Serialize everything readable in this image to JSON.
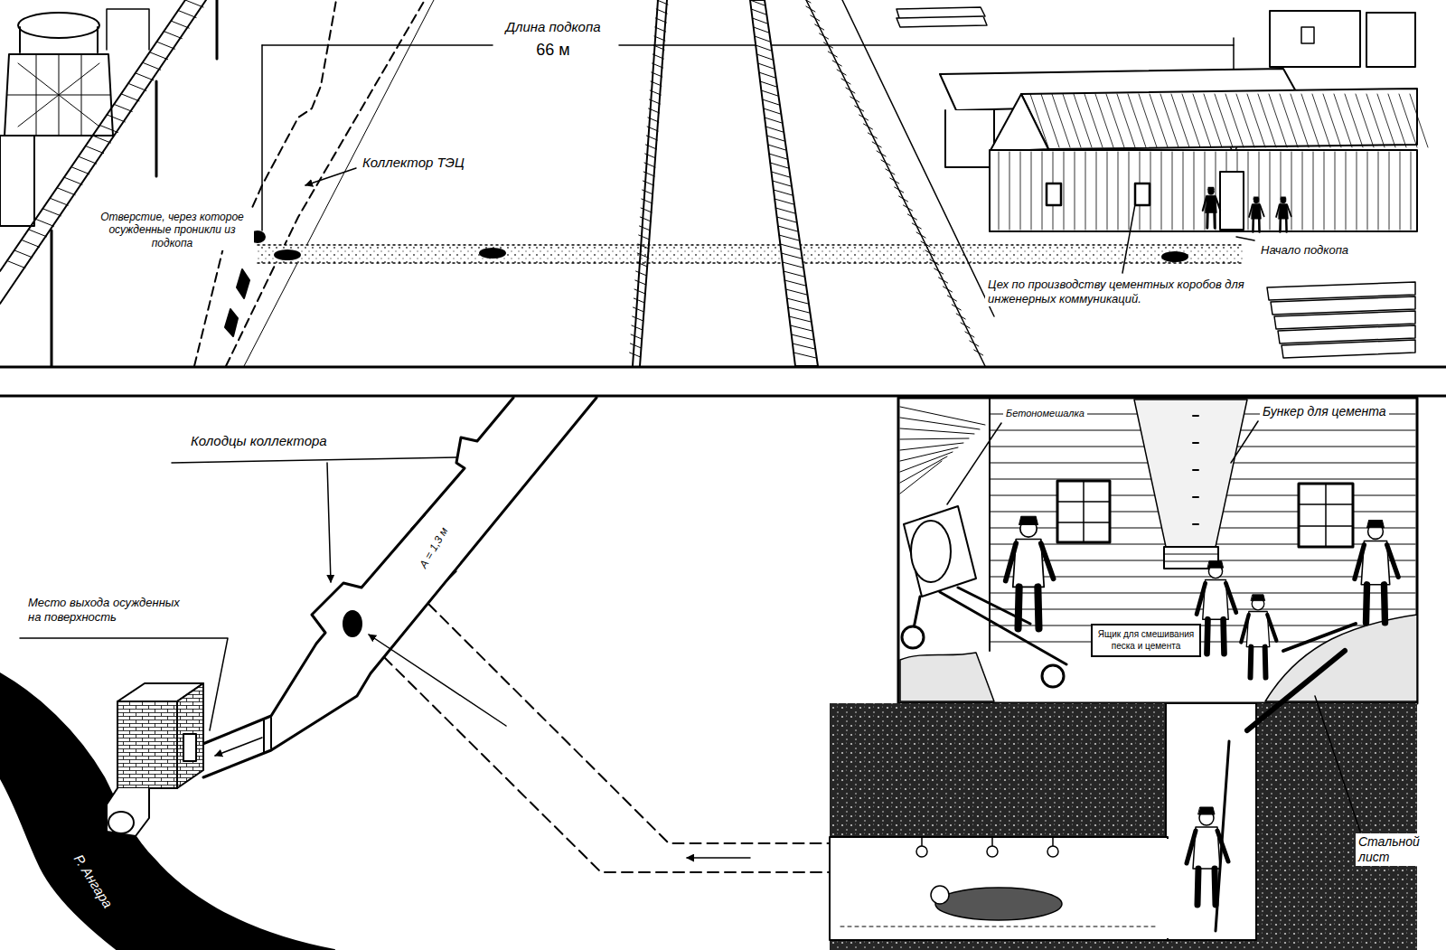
{
  "diagram": {
    "nodes": [
      {
        "text": [
          "Ящик для смешивания песка и цемента"
        ]
      }
    ],
    "labels": [
      "Длина подкопа",
      "66 м",
      "Коллектор ТЭЦ",
      "Отверстие, через которое осужденные проникли из подкопа",
      "Начало подкопа",
      "Цех по производству цементных коробов для инженерных коммуникаций.",
      "Колодцы коллектора",
      "А = 1,3 м",
      "Место выхода осужденных на поверхность",
      "Р. Ангара",
      "Бетономешалка",
      "Бункер для цемента",
      "Стальной лист"
    ]
  }
}
